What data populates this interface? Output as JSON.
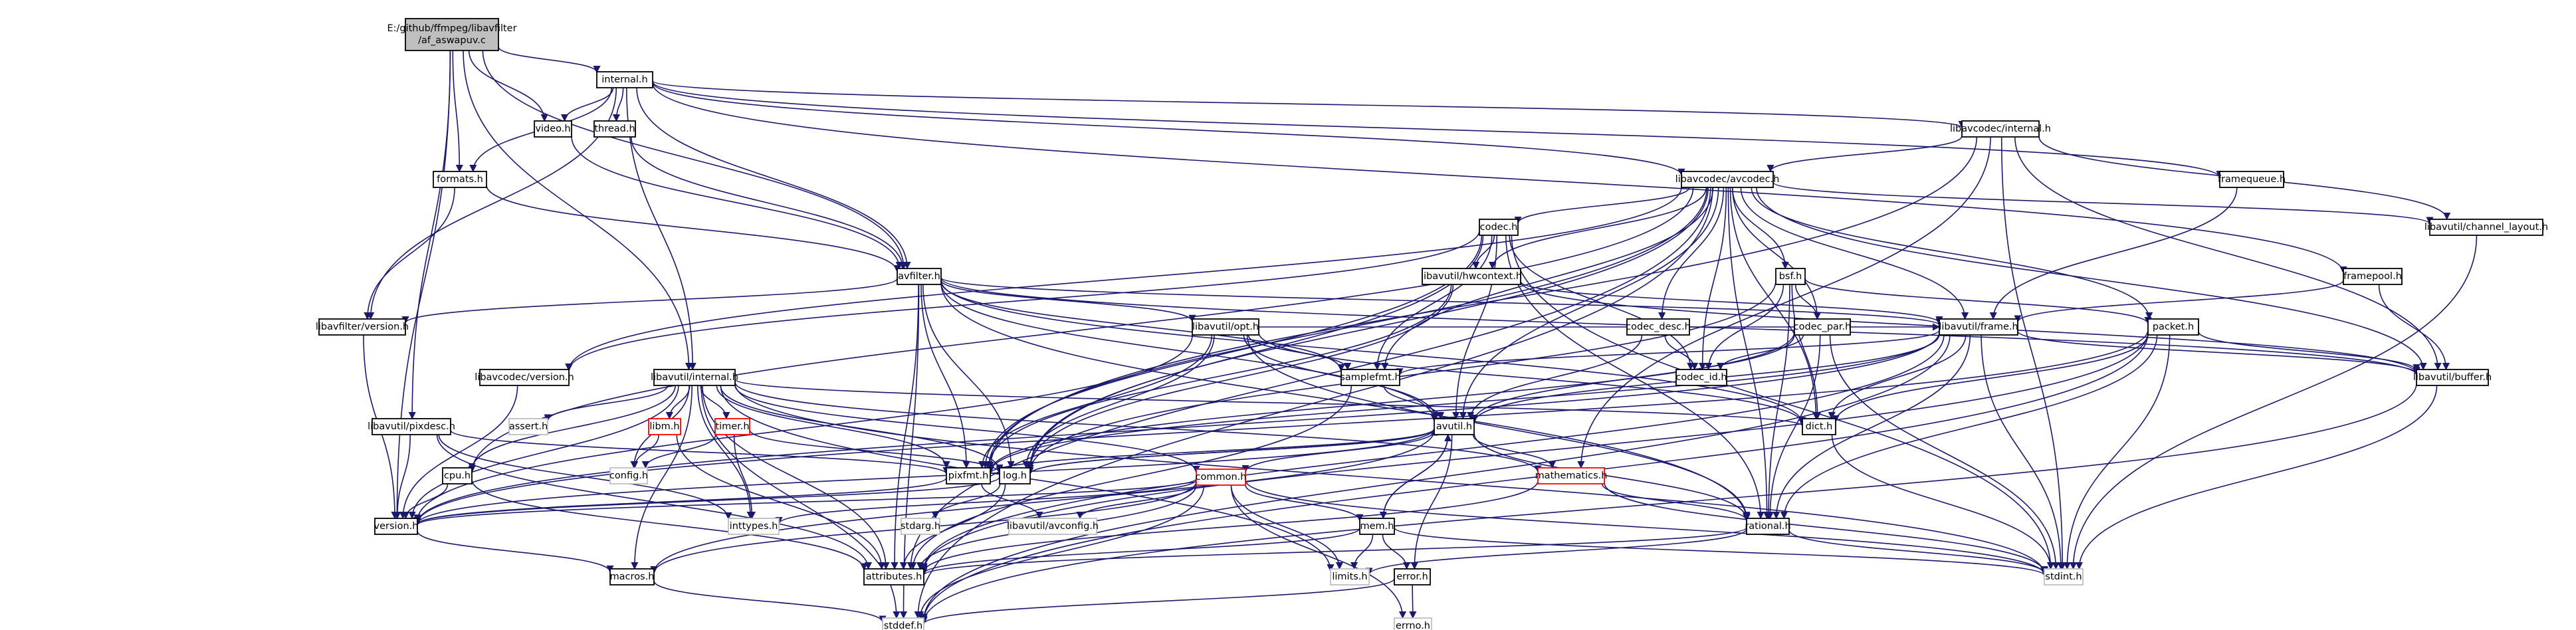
{
  "graph": {
    "colors": {
      "edge": "#191970",
      "root_fill": "#bfbfbf",
      "node_fill": "#ffffff",
      "node_border": "#000000",
      "missing_border": "#bfbfbf",
      "truncated_border": "#ff0000",
      "missing_text": "#555555"
    },
    "nodes": [
      {
        "id": "root",
        "label": [
          "E:/github/ffmpeg/libavfilter",
          "/af_aswapuv.c"
        ],
        "kind": "root"
      },
      {
        "id": "internal",
        "label": [
          "internal.h"
        ],
        "kind": "normal"
      },
      {
        "id": "formats",
        "label": [
          "formats.h"
        ],
        "kind": "normal"
      },
      {
        "id": "video",
        "label": [
          "video.h"
        ],
        "kind": "normal"
      },
      {
        "id": "thread",
        "label": [
          "thread.h"
        ],
        "kind": "normal"
      },
      {
        "id": "lcinternal",
        "label": [
          "libavcodec/internal.h"
        ],
        "kind": "normal"
      },
      {
        "id": "framequeue",
        "label": [
          "framequeue.h"
        ],
        "kind": "normal"
      },
      {
        "id": "avcodec",
        "label": [
          "libavcodec/avcodec.h"
        ],
        "kind": "normal"
      },
      {
        "id": "chlayout",
        "label": [
          "libavutil/channel_layout.h"
        ],
        "kind": "normal"
      },
      {
        "id": "framepool",
        "label": [
          "framepool.h"
        ],
        "kind": "normal"
      },
      {
        "id": "codec",
        "label": [
          "codec.h"
        ],
        "kind": "normal"
      },
      {
        "id": "bsf",
        "label": [
          "bsf.h"
        ],
        "kind": "normal"
      },
      {
        "id": "hwcontext",
        "label": [
          "libavutil/hwcontext.h"
        ],
        "kind": "normal"
      },
      {
        "id": "avfilter",
        "label": [
          "avfilter.h"
        ],
        "kind": "normal"
      },
      {
        "id": "lafversion",
        "label": [
          "libavfilter/version.h"
        ],
        "kind": "normal"
      },
      {
        "id": "opt",
        "label": [
          "libavutil/opt.h"
        ],
        "kind": "normal"
      },
      {
        "id": "lavframe",
        "label": [
          "libavutil/frame.h"
        ],
        "kind": "normal"
      },
      {
        "id": "packet",
        "label": [
          "packet.h"
        ],
        "kind": "normal"
      },
      {
        "id": "codecdesc",
        "label": [
          "codec_desc.h"
        ],
        "kind": "normal"
      },
      {
        "id": "codecpar",
        "label": [
          "codec_par.h"
        ],
        "kind": "normal"
      },
      {
        "id": "buffer",
        "label": [
          "libavutil/buffer.h"
        ],
        "kind": "normal"
      },
      {
        "id": "lacversion",
        "label": [
          "libavcodec/version.h"
        ],
        "kind": "normal"
      },
      {
        "id": "lavinternal",
        "label": [
          "libavutil/internal.h"
        ],
        "kind": "normal"
      },
      {
        "id": "samplefmt",
        "label": [
          "samplefmt.h"
        ],
        "kind": "normal"
      },
      {
        "id": "codecid",
        "label": [
          "codec_id.h"
        ],
        "kind": "normal"
      },
      {
        "id": "avutil",
        "label": [
          "avutil.h"
        ],
        "kind": "normal"
      },
      {
        "id": "dict",
        "label": [
          "dict.h"
        ],
        "kind": "normal"
      },
      {
        "id": "pixdesc",
        "label": [
          "libavutil/pixdesc.h"
        ],
        "kind": "normal"
      },
      {
        "id": "assert",
        "label": [
          "assert.h"
        ],
        "kind": "missing"
      },
      {
        "id": "libm",
        "label": [
          "libm.h"
        ],
        "kind": "truncated"
      },
      {
        "id": "timer",
        "label": [
          "timer.h"
        ],
        "kind": "truncated"
      },
      {
        "id": "pixfmt",
        "label": [
          "pixfmt.h"
        ],
        "kind": "normal"
      },
      {
        "id": "log",
        "label": [
          "log.h"
        ],
        "kind": "normal"
      },
      {
        "id": "mathematics",
        "label": [
          "mathematics.h"
        ],
        "kind": "truncated"
      },
      {
        "id": "config",
        "label": [
          "config.h"
        ],
        "kind": "missing"
      },
      {
        "id": "cpu",
        "label": [
          "cpu.h"
        ],
        "kind": "normal"
      },
      {
        "id": "common",
        "label": [
          "common.h"
        ],
        "kind": "truncated"
      },
      {
        "id": "version",
        "label": [
          "version.h"
        ],
        "kind": "normal"
      },
      {
        "id": "inttypes",
        "label": [
          "inttypes.h"
        ],
        "kind": "missing"
      },
      {
        "id": "stdarg",
        "label": [
          "stdarg.h"
        ],
        "kind": "missing"
      },
      {
        "id": "avconfig",
        "label": [
          "libavutil/avconfig.h"
        ],
        "kind": "missing"
      },
      {
        "id": "mem",
        "label": [
          "mem.h"
        ],
        "kind": "normal"
      },
      {
        "id": "rational",
        "label": [
          "rational.h"
        ],
        "kind": "normal"
      },
      {
        "id": "macros",
        "label": [
          "macros.h"
        ],
        "kind": "normal"
      },
      {
        "id": "attributes",
        "label": [
          "attributes.h"
        ],
        "kind": "normal"
      },
      {
        "id": "limits",
        "label": [
          "limits.h"
        ],
        "kind": "missing"
      },
      {
        "id": "error",
        "label": [
          "error.h"
        ],
        "kind": "normal"
      },
      {
        "id": "stdint",
        "label": [
          "stdint.h"
        ],
        "kind": "missing"
      },
      {
        "id": "stddef",
        "label": [
          "stddef.h"
        ],
        "kind": "missing"
      },
      {
        "id": "errno",
        "label": [
          "errno.h"
        ],
        "kind": "missing"
      }
    ]
  }
}
